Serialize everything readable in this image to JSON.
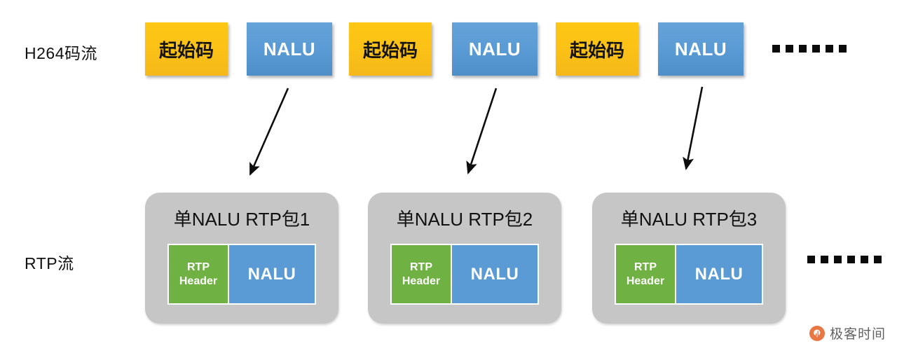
{
  "diagram": {
    "title": "H264 NALU to RTP packetization",
    "colors": {
      "start_code_yellow": "#FCC216",
      "nalu_blue": "#5B9BD5",
      "rtp_header_green": "#6FB142",
      "packet_gray": "#C6C6C6",
      "text_black": "#111111",
      "text_white": "#FFFFFF",
      "watermark_orange": "#E8703A"
    },
    "rows": [
      {
        "label": "H264码流",
        "blocks": [
          {
            "text": "起始码",
            "kind": "start-code"
          },
          {
            "text": "NALU",
            "kind": "nalu"
          },
          {
            "text": "起始码",
            "kind": "start-code"
          },
          {
            "text": "NALU",
            "kind": "nalu"
          },
          {
            "text": "起始码",
            "kind": "start-code"
          },
          {
            "text": "NALU",
            "kind": "nalu"
          }
        ],
        "ellipsis": "……",
        "ellipsis_dot_count": 6
      },
      {
        "label": "RTP流",
        "packets": [
          {
            "title": "单NALU RTP包1",
            "header_line1": "RTP",
            "header_line2": "Header",
            "payload": "NALU"
          },
          {
            "title": "单NALU RTP包2",
            "header_line1": "RTP",
            "header_line2": "Header",
            "payload": "NALU"
          },
          {
            "title": "单NALU RTP包3",
            "header_line1": "RTP",
            "header_line2": "Header",
            "payload": "NALU"
          }
        ],
        "ellipsis": "……",
        "ellipsis_dot_count": 6
      }
    ],
    "arrows": [
      {
        "from_block": "NALU 1",
        "to_packet": "单NALU RTP包1"
      },
      {
        "from_block": "NALU 2",
        "to_packet": "单NALU RTP包2"
      },
      {
        "from_block": "NALU 3",
        "to_packet": "单NALU RTP包3"
      }
    ]
  },
  "watermark": {
    "text": "极客时间",
    "icon": "geekbang-logo-icon"
  }
}
